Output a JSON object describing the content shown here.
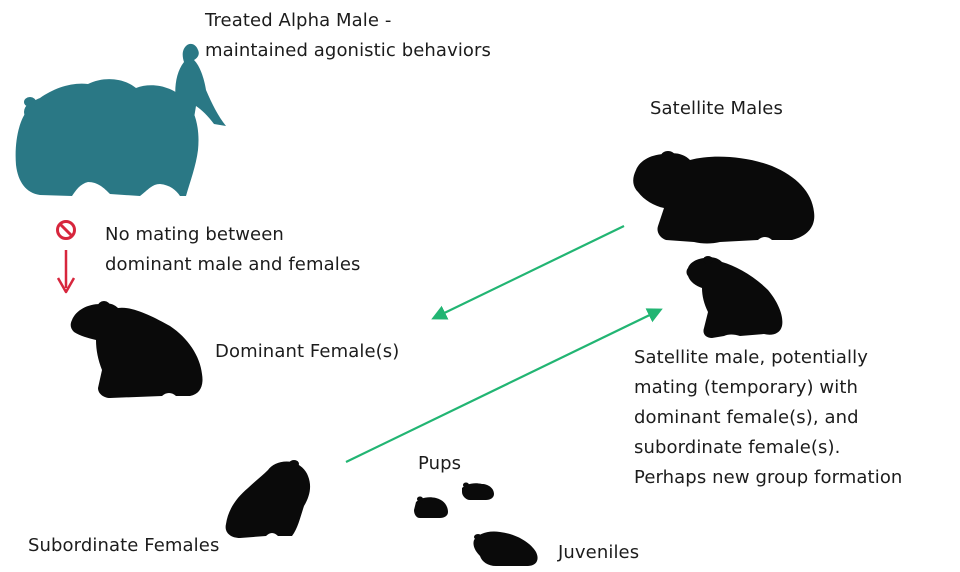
{
  "colors": {
    "alpha": "#2a7885",
    "silhouette": "#0a0a0a",
    "arrow_green": "#22b573",
    "prohibit_red": "#d7263d"
  },
  "labels": {
    "alpha": {
      "line1": "Treated Alpha Male -",
      "line2": "maintained agonistic behaviors"
    },
    "no_mating": {
      "line1": "No mating between",
      "line2": "dominant male and females"
    },
    "dominant_female": "Dominant Female(s)",
    "satellite_males": "Satellite Males",
    "satellite_desc": {
      "line1": "Satellite male, potentially",
      "line2": "mating (temporary) with",
      "line3": "dominant female(s), and",
      "line4": "subordinate female(s).",
      "line5": "Perhaps new group formation"
    },
    "pups": "Pups",
    "subordinate_females": "Subordinate Females",
    "juveniles": "Juveniles"
  },
  "icons": {
    "alpha": "capybara-with-bird-icon",
    "prohibit": "no-entry-icon",
    "down_arrow": "red-down-arrow-icon",
    "dominant_female": "capybara-sitting-icon",
    "satellite_male_large": "capybara-lying-icon",
    "satellite_male_small": "capybara-sitting-small-icon",
    "subordinate_female": "capybara-sitting-small-icon",
    "pups": "capybara-pup-icon",
    "juvenile": "capybara-juvenile-icon"
  }
}
